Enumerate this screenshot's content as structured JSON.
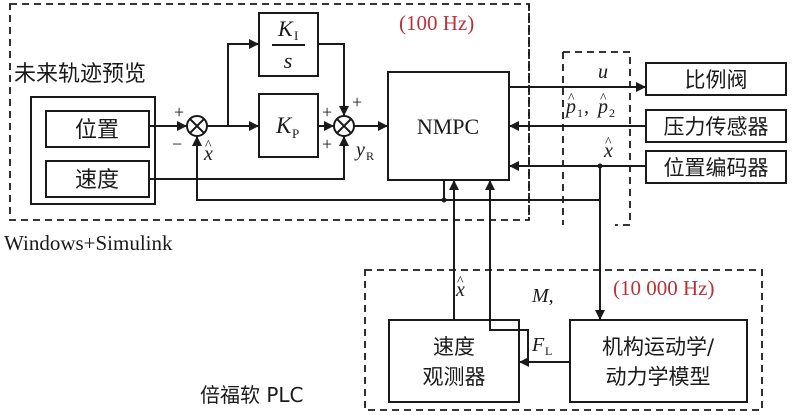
{
  "colors": {
    "line": "#1a1a1a",
    "freq_label": "#b8323a",
    "background": "#ffffff"
  },
  "regions": {
    "windows": {
      "label": "Windows+Simulink",
      "freq": "(100 Hz)"
    },
    "plc": {
      "label": "倍福软 PLC",
      "freq": "(10 000 Hz)"
    },
    "preview": {
      "label": "未来轨迹预览"
    }
  },
  "blocks": {
    "position": "位置",
    "velocity": "速度",
    "ki": {
      "num": "K",
      "num_sub": "I",
      "den": "s"
    },
    "kp": {
      "sym": "K",
      "sub": "P"
    },
    "nmpc": "NMPC",
    "valve": "比例阀",
    "pressure_sensor": "压力传感器",
    "encoder": "位置编码器",
    "observer": {
      "line1": "速度",
      "line2": "观测器"
    },
    "mechanism": {
      "line1": "机构运动学/",
      "line2": "动力学模型"
    }
  },
  "signals": {
    "u": "u",
    "p_hat": {
      "p": "p",
      "sub1": "1",
      "sep": ", ",
      "sub2": "2"
    },
    "x_hat": "x",
    "x_hat_fb": "x",
    "x_hat_obs": "x",
    "y_r": {
      "sym": "y",
      "sub": "R"
    },
    "m": "M,",
    "f_l": {
      "sym": "F",
      "sub": "L"
    },
    "hat": "^"
  },
  "signs": {
    "sum1_top": "+",
    "sum1_bottom": "−",
    "sum2_left": "+",
    "sum2_top": "+",
    "sum2_bottom": "+"
  }
}
